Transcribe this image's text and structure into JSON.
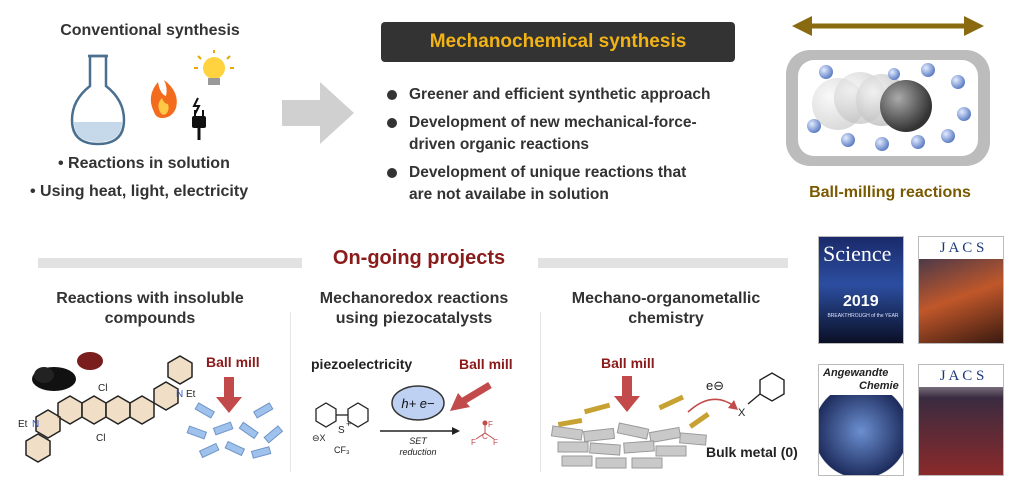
{
  "conventional": {
    "title": "Conventional synthesis",
    "bullets": [
      "• Reactions in solution",
      "• Using heat, light, electricity"
    ]
  },
  "mechanochemical": {
    "title": "Mechanochemical synthesis",
    "items": [
      [
        "Greener and efficient synthetic approach"
      ],
      [
        "Development of new mechanical-force-",
        "driven organic reactions"
      ],
      [
        "Development of unique reactions that",
        "are not availabe in solution"
      ]
    ]
  },
  "ball_milling": {
    "label": "Ball-milling reactions"
  },
  "ongoing": {
    "title": "On-going projects"
  },
  "projects": {
    "p1": {
      "title_lines": [
        "Reactions with insoluble",
        "compounds"
      ],
      "ball_mill": "Ball mill",
      "mol_labels": [
        "Cl",
        "Cl",
        "Et",
        "N",
        "Et",
        "N"
      ]
    },
    "p2": {
      "title_lines": [
        "Mechanoredox reactions",
        "using piezocatalysts"
      ],
      "piezo": "piezoelectricity",
      "ball_mill": "Ball mill",
      "charges": "h+  e−",
      "set_lines": [
        "SET",
        "reduction"
      ],
      "reagent_labels": [
        "S",
        "+",
        "⊖X",
        "CF₃"
      ],
      "radical_labels": [
        "F",
        "C",
        "F",
        "F"
      ]
    },
    "p3": {
      "title_lines": [
        "Mechano-organometallic",
        "chemistry"
      ],
      "ball_mill": "Ball mill",
      "electron": "e⊖",
      "x_label": "X",
      "bulk": "Bulk metal (0)"
    }
  },
  "covers": {
    "science": {
      "name": "Science",
      "year": "2019",
      "sub": "BREAKTHROUGH of the YEAR"
    },
    "jacs1": {
      "name": "J A C S"
    },
    "angew": {
      "name1": "Angewandte",
      "name2": "Chemie"
    },
    "jacs2": {
      "name": "J A C S"
    }
  },
  "colors": {
    "accent_gold": "#f2b317",
    "dark_red": "#8b1a1a",
    "arrow_brown": "#8a6a10",
    "ball_label": "#7a5a00"
  }
}
